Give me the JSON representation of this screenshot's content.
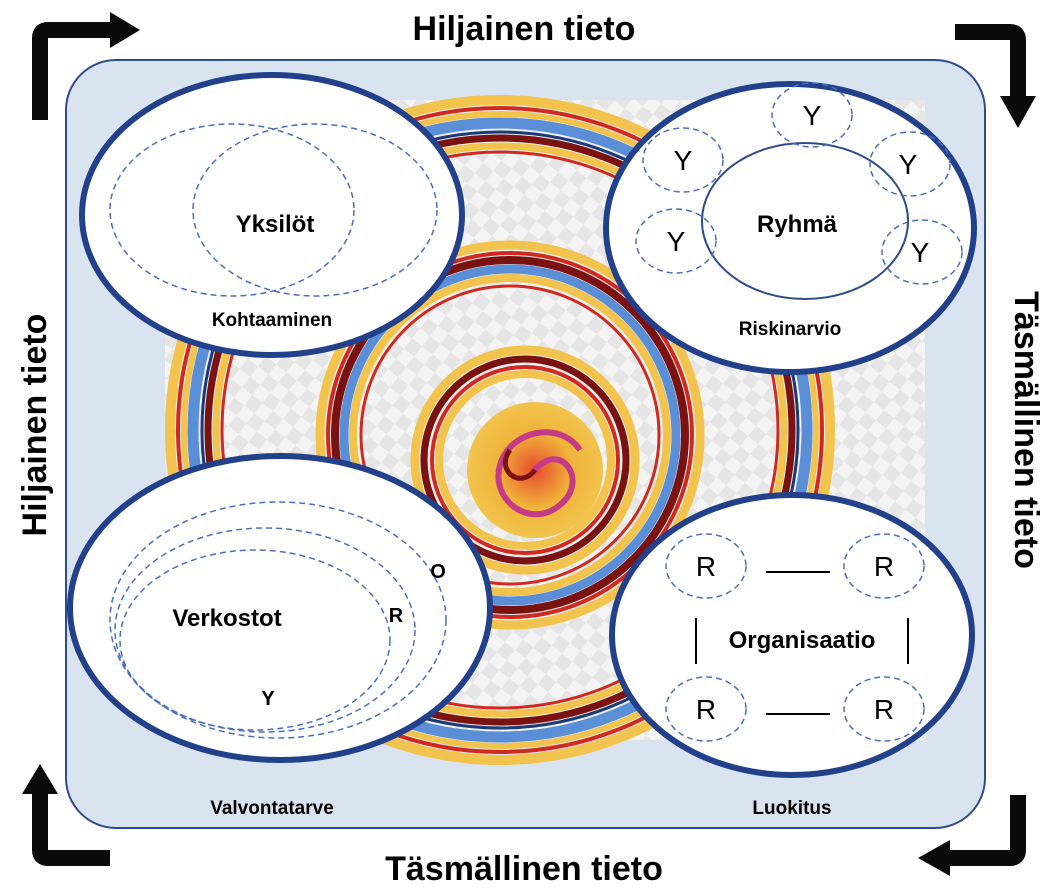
{
  "edges": {
    "top": "Hiljainen tieto",
    "bottom": "Täsmällinen tieto",
    "left": "Hiljainen tieto",
    "right": "Täsmällinen tieto"
  },
  "quadrants": {
    "top_left": {
      "title": "Yksilöt",
      "caption": "Kohtaaminen"
    },
    "top_right": {
      "title": "Ryhmä",
      "caption": "Riskinarvio",
      "member": "Y"
    },
    "bottom_left": {
      "title": "Verkostot",
      "caption": "Valvontatarve",
      "inner_o": "O",
      "inner_r": "R",
      "inner_y": "Y"
    },
    "bottom_right": {
      "title": "Organisaatio",
      "caption": "Luokitus",
      "member": "R"
    }
  },
  "colors": {
    "panel": "#dae4f1",
    "panel_border": "#2f4d8a",
    "ellipse_border": "#23418a",
    "dashed": "#4a6fbe",
    "arrow": "#0a0a0a",
    "spiral_gold": "#f2c44d",
    "spiral_red": "#d02a20",
    "spiral_maroon": "#7a1212",
    "spiral_blue": "#5a8fd8"
  },
  "icons": [
    "arrow-top-left-icon",
    "arrow-top-right-icon",
    "arrow-bottom-left-icon",
    "arrow-bottom-right-icon"
  ]
}
